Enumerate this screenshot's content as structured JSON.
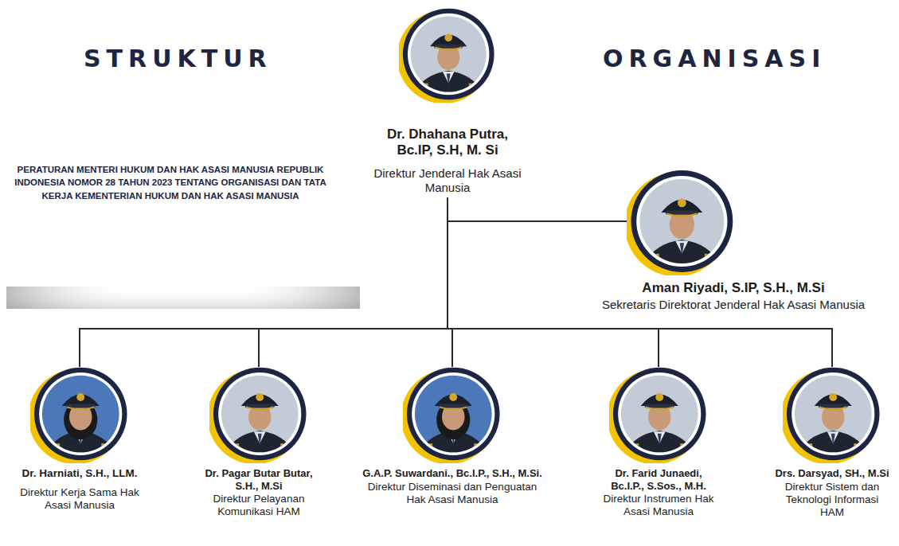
{
  "diagram": {
    "nodes": [
      {
        "text": [
          "Dr. Dhahana Putra, Bc.IP, S.H, M. Si",
          "Direktur Jenderal Hak Asasi Manusia"
        ]
      },
      {
        "text": [
          "Aman Riyadi, S.IP, S.H., M.Si",
          "Sekretaris Direktorat Jenderal Hak Asasi Manusia"
        ]
      },
      {
        "text": [
          "Dr. Harniati, S.H., LLM.",
          "Direktur Kerja Sama Hak Asasi Manusia"
        ]
      },
      {
        "text": [
          "Dr. Pagar Butar Butar, S.H., M.Si",
          "Direktur Pelayanan Komunikasi HAM"
        ]
      },
      {
        "text": [
          "G.A.P. Suwardani., Bc.I.P., S.H., M.Si.",
          "Direktur Diseminasi dan Penguatan Hak Asasi Manusia"
        ]
      },
      {
        "text": [
          "Dr. Farid Junaedi, Bc.I.P., S.Sos., M.H.",
          "Direktur Instrumen Hak Asasi Manusia"
        ]
      },
      {
        "text": [
          "Drs. Darsyad, SH., M.Si",
          "Direktur Sistem dan Teknologi Informasi HAM"
        ]
      }
    ],
    "edges": [
      {
        "from": 0,
        "to": 1,
        "arrow": "none"
      },
      {
        "from": 0,
        "to": 2,
        "arrow": "none"
      },
      {
        "from": 0,
        "to": 3,
        "arrow": "none"
      },
      {
        "from": 0,
        "to": 4,
        "arrow": "none"
      },
      {
        "from": 0,
        "to": 5,
        "arrow": "none"
      },
      {
        "from": 0,
        "to": 6,
        "arrow": "none"
      }
    ],
    "labels": [
      "STRUKTUR",
      "ORGANISASI",
      "PERATURAN MENTERI HUKUM DAN HAK ASASI MANUSIA REPUBLIK INDONESIA NOMOR 28 TAHUN 2023 TENTANG ORGANISASI DAN TATA KERJA KEMENTERIAN HUKUM DAN HAK ASASI MANUSIA"
    ]
  }
}
